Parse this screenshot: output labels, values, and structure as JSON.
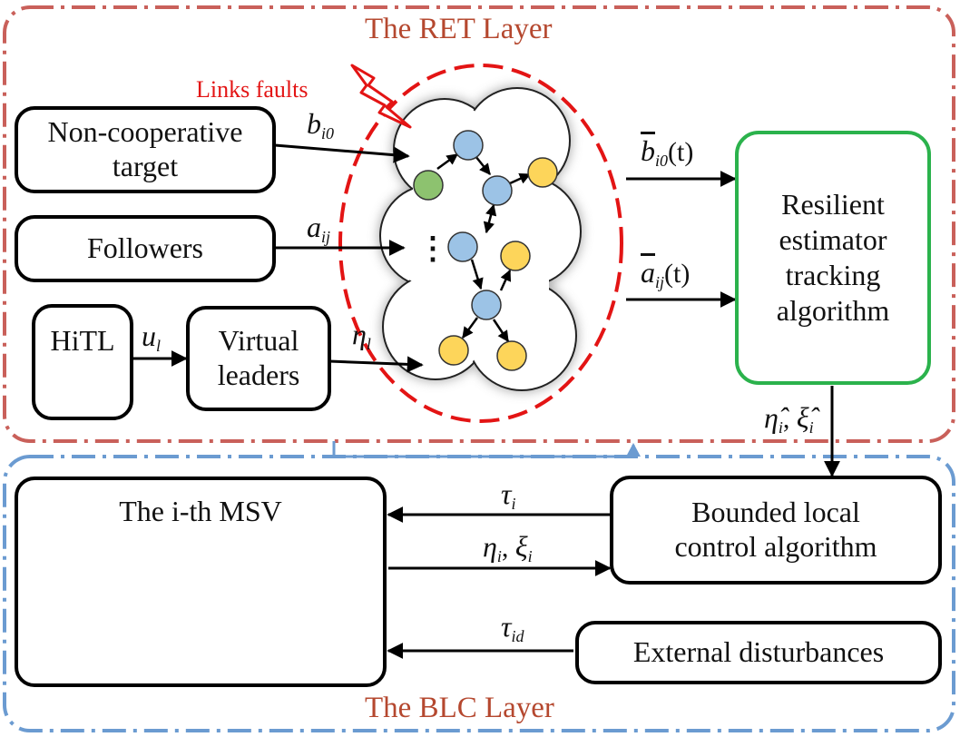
{
  "layers": {
    "ret_title": "The RET Layer",
    "blc_title": "The BLC Layer"
  },
  "fault_label": "Links faults",
  "boxes": {
    "target": "Non-cooperative\ntarget",
    "followers": "Followers",
    "hitl": "HiTL",
    "virtual_leaders": "Virtual\nleaders",
    "estimator": "Resilient\nestimator\ntracking\nalgorithm",
    "msv": "The i-th MSV",
    "local_control": "Bounded local\ncontrol algorithm",
    "disturbances": "External disturbances"
  },
  "symbols": {
    "b_base": "b",
    "b_sub": "i0",
    "a_base": "a",
    "a_sub": "ij",
    "u_base": "u",
    "u_sub": "l",
    "eta_base": "η",
    "eta_sub": "l",
    "bbar_base": "b",
    "bbar_sub": "i0",
    "bbar_arg": "(t)",
    "abar_base": "a",
    "abar_sub": "ij",
    "abar_arg": "(t)",
    "hat_eta": "η̂",
    "hat_xi": "ξ̂",
    "hat_sub": "i",
    "sep": ", ",
    "tau_base": "τ",
    "tau_sub": "i",
    "eta_i": "η",
    "xi_i": "ξ",
    "i_sub": "i",
    "taud_base": "τ",
    "taud_sub": "id"
  },
  "dots": "⋮",
  "colors": {
    "ret_border": "#c9605a",
    "blc_border": "#6b9bd1",
    "fault_ellipse": "#e31414",
    "estimator_border": "#2bb24c",
    "node_blue": "#9cc3e6",
    "node_yellow": "#fdd55a",
    "node_green": "#8dc26f"
  }
}
